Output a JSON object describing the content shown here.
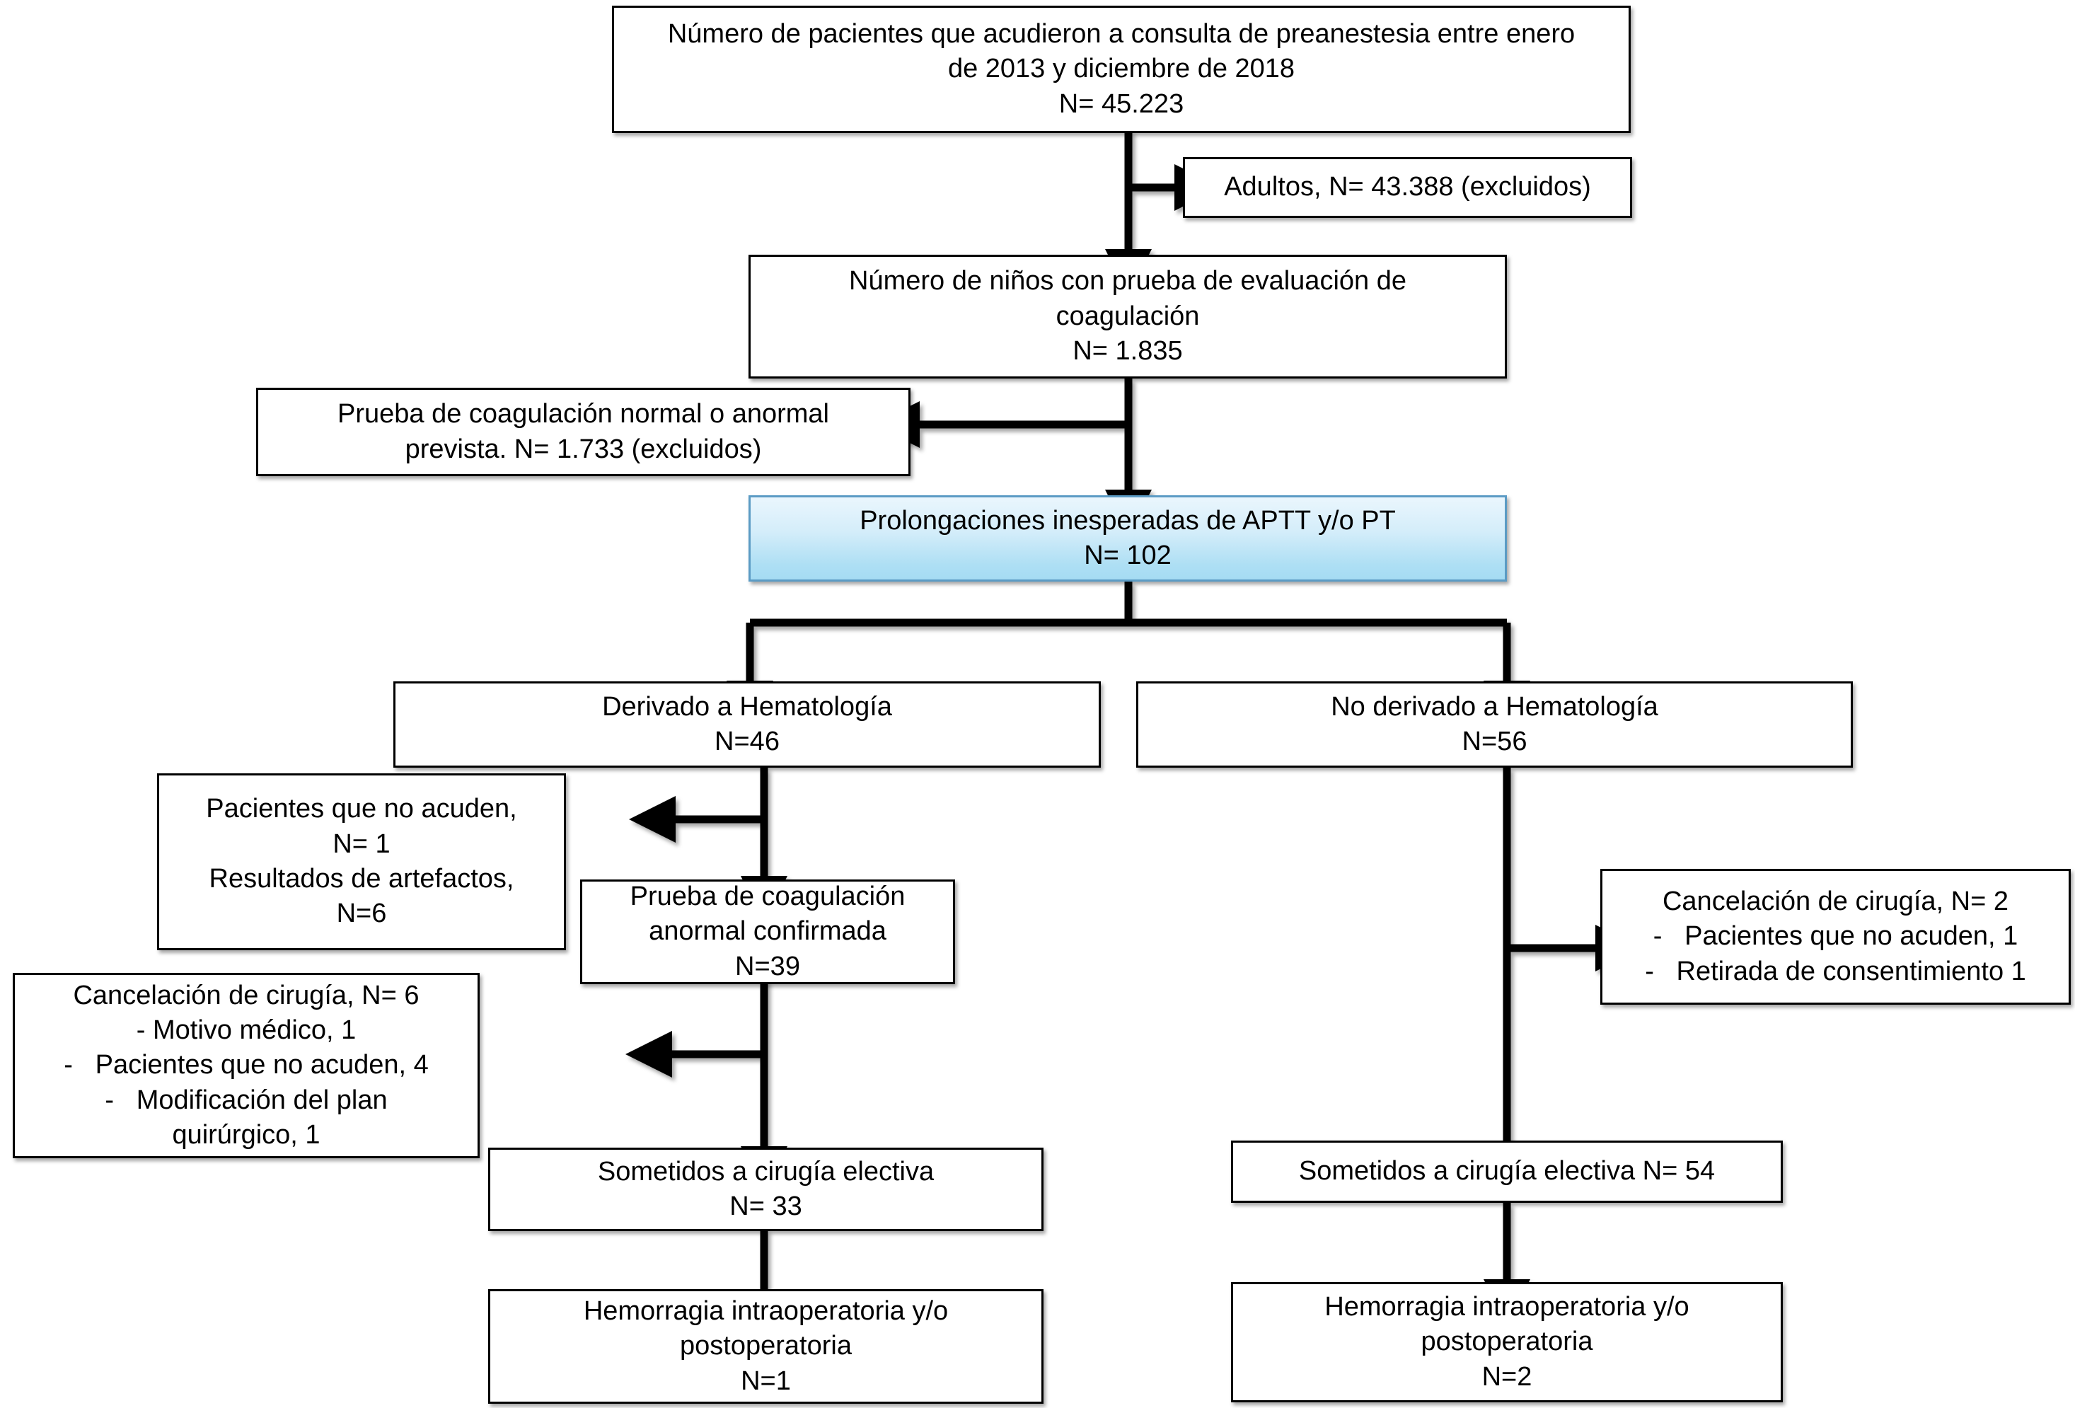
{
  "diagram": {
    "title": "Diagrama de flujo de pacientes pediatricos con prolongaciones inesperadas de APTT y/o PT",
    "language": "es",
    "colors": {
      "box_border": "#000000",
      "box_fill": "#ffffff",
      "highlight_fill_top": "#eaf6fd",
      "highlight_fill_bottom": "#a5dcf3",
      "highlight_border": "#5b9bc4",
      "connector": "#000000",
      "text": "#000000"
    },
    "nodes": {
      "total_patients": {
        "id": "total-patients",
        "lines": [
          "Número de pacientes que acudieron a consulta de preanestesia entre enero",
          "de 2013 y diciembre de 2018",
          "N= 45.223"
        ],
        "n": "45.223"
      },
      "adults_excluded": {
        "id": "adults-excluded",
        "lines": [
          "Adultos, N= 43.388 (excluidos)"
        ],
        "n": "43.388"
      },
      "children_tested": {
        "id": "children-tested",
        "lines": [
          "Número de niños con prueba de evaluación de",
          "coagulación",
          "N= 1.835"
        ],
        "n": "1.835"
      },
      "normal_or_expected_excluded": {
        "id": "normal-or-expected-excluded",
        "lines": [
          "Prueba de coagulación normal o anormal",
          "prevista. N= 1.733 (excluidos)"
        ],
        "n": "1.733"
      },
      "unexpected_prolongations": {
        "id": "unexpected-prolongations",
        "lines": [
          "Prolongaciones inesperadas de APTT y/o PT",
          "N= 102"
        ],
        "n": "102",
        "highlighted": true
      },
      "referred_hematology": {
        "id": "referred-hematology",
        "lines": [
          "Derivado a Hematología",
          "N=46"
        ],
        "n": "46"
      },
      "not_referred_hematology": {
        "id": "not-referred-hematology",
        "lines": [
          "No derivado a Hematología",
          "N=56"
        ],
        "n": "56"
      },
      "no_show_artifacts": {
        "id": "no-show-artifacts",
        "lines": [
          "Pacientes que no acuden,",
          "N= 1",
          "Resultados de artefactos,",
          "N=6"
        ]
      },
      "confirmed_abnormal": {
        "id": "confirmed-abnormal",
        "lines": [
          "Prueba de coagulación",
          "anormal confirmada",
          "N=39"
        ],
        "n": "39"
      },
      "cancel_surgery_left": {
        "id": "cancel-surgery-left",
        "lines": [
          "Cancelación de cirugía, N= 6",
          "- Motivo médico, 1",
          "-   Pacientes que no acuden, 4",
          "-   Modificación del plan",
          "quirúrgico, 1"
        ],
        "n": "6"
      },
      "cancel_surgery_right": {
        "id": "cancel-surgery-right",
        "lines": [
          "Cancelación de cirugía, N= 2",
          "-   Pacientes que no acuden, 1",
          "-   Retirada de consentimiento 1"
        ],
        "n": "2"
      },
      "elective_surgery_left": {
        "id": "elective-surgery-left",
        "lines": [
          "Sometidos a cirugía electiva",
          "N= 33"
        ],
        "n": "33"
      },
      "elective_surgery_right": {
        "id": "elective-surgery-right",
        "lines": [
          "Sometidos a cirugía electiva N= 54"
        ],
        "n": "54"
      },
      "bleeding_left": {
        "id": "bleeding-left",
        "lines": [
          "Hemorragia intraoperatoria y/o",
          "postoperatoria",
          "N=1"
        ],
        "n": "1"
      },
      "bleeding_right": {
        "id": "bleeding-right",
        "lines": [
          "Hemorragia intraoperatoria y/o",
          "postoperatoria",
          "N=2"
        ],
        "n": "2"
      }
    },
    "edges": [
      {
        "from": "total_patients",
        "to": "adults_excluded",
        "kind": "branch-right"
      },
      {
        "from": "total_patients",
        "to": "children_tested",
        "kind": "down-arrow"
      },
      {
        "from": "children_tested",
        "to": "normal_or_expected_excluded",
        "kind": "branch-left"
      },
      {
        "from": "children_tested",
        "to": "unexpected_prolongations",
        "kind": "down-arrow"
      },
      {
        "from": "unexpected_prolongations",
        "to": "referred_hematology",
        "kind": "split-down-left"
      },
      {
        "from": "unexpected_prolongations",
        "to": "not_referred_hematology",
        "kind": "split-down-right"
      },
      {
        "from": "referred_hematology",
        "to": "no_show_artifacts",
        "kind": "branch-left"
      },
      {
        "from": "referred_hematology",
        "to": "confirmed_abnormal",
        "kind": "down-arrow"
      },
      {
        "from": "confirmed_abnormal",
        "to": "cancel_surgery_left",
        "kind": "branch-left"
      },
      {
        "from": "confirmed_abnormal",
        "to": "elective_surgery_left",
        "kind": "down-arrow"
      },
      {
        "from": "elective_surgery_left",
        "to": "bleeding_left",
        "kind": "down-arrow"
      },
      {
        "from": "not_referred_hematology",
        "to": "cancel_surgery_right",
        "kind": "branch-right"
      },
      {
        "from": "not_referred_hematology",
        "to": "elective_surgery_right",
        "kind": "down-arrow"
      },
      {
        "from": "elective_surgery_right",
        "to": "bleeding_right",
        "kind": "down-arrow"
      }
    ]
  }
}
